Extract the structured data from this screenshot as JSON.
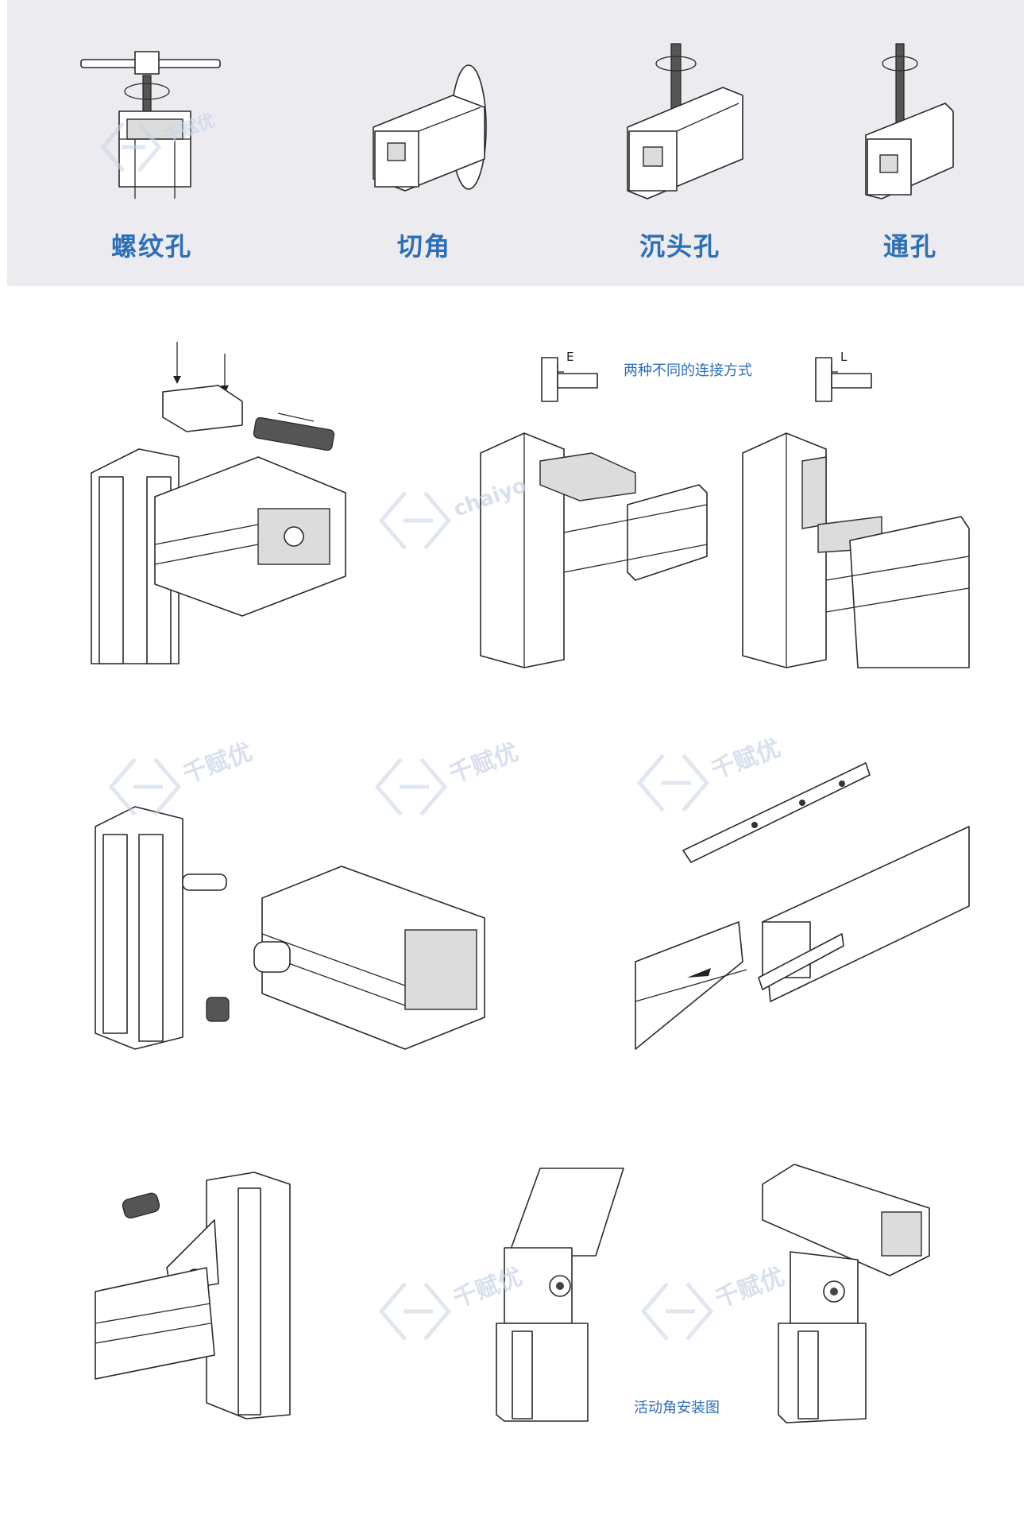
{
  "top_operations": [
    {
      "label": "螺纹孔",
      "icon": "tapping-thread-icon"
    },
    {
      "label": "切角",
      "icon": "saw-cutting-icon"
    },
    {
      "label": "沉头孔",
      "icon": "countersink-drill-icon"
    },
    {
      "label": "通孔",
      "icon": "through-hole-drill-icon"
    }
  ],
  "connection_caption": "两种不同的连接方式",
  "connection_marks": [
    "E",
    "L"
  ],
  "hinge_caption": "活动角安装图",
  "watermark": {
    "brand_cn": "千赋优",
    "brand_en": "chaiyo"
  },
  "colors": {
    "label_blue": "#2d6fb5",
    "band_gray": "#ebebf0"
  }
}
